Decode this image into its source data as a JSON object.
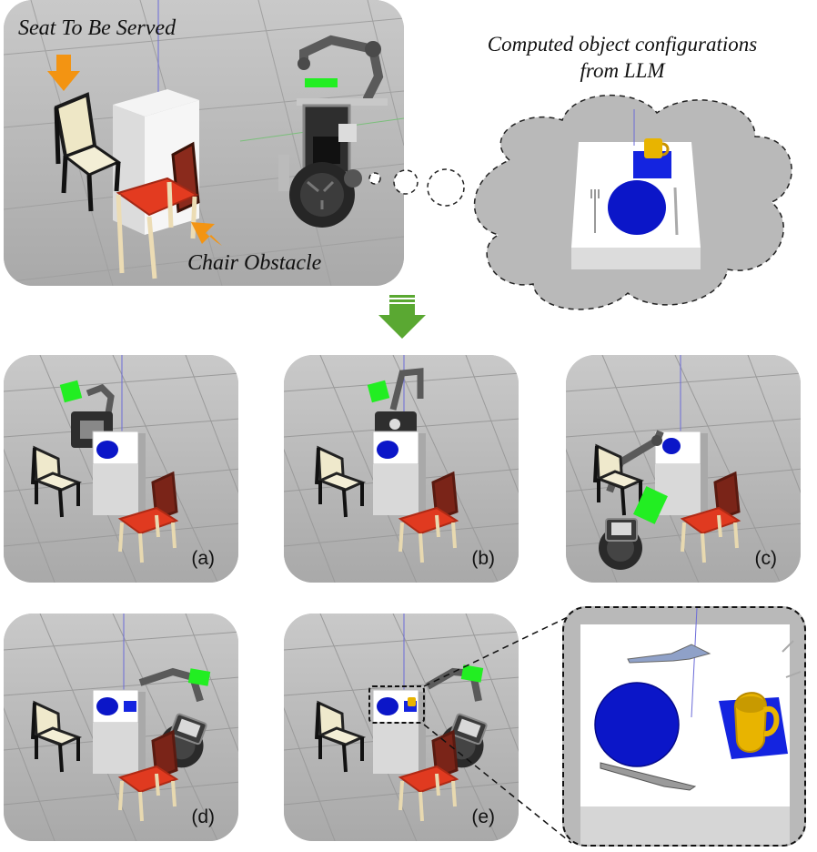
{
  "top_scene": {
    "label_seat": "Seat To Be Served",
    "label_obstacle": "Chair Obstacle"
  },
  "thought": {
    "caption_line1": "Computed object configurations",
    "caption_line2": "from LLM"
  },
  "panels": [
    {
      "id": "a",
      "label": "(a)"
    },
    {
      "id": "b",
      "label": "(b)"
    },
    {
      "id": "c",
      "label": "(c)"
    },
    {
      "id": "d",
      "label": "(d)"
    },
    {
      "id": "e",
      "label": "(e)"
    }
  ],
  "colors": {
    "plate": "#0b16c8",
    "placemat": "#1424e0",
    "mug": "#e8b400",
    "chair_seat": "#e03a20",
    "gripper_marker": "#22ee22",
    "arrow_orange": "#f39412",
    "arrow_green": "#5aa832"
  }
}
